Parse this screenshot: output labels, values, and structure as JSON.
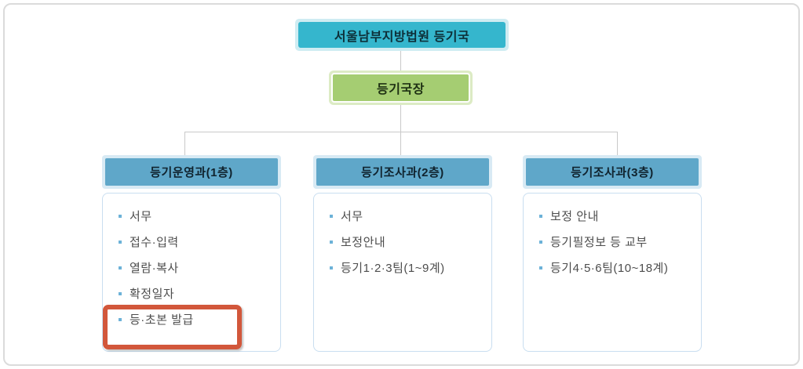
{
  "org_chart": {
    "root": {
      "label": "서울남부지방법원 등기국"
    },
    "director": {
      "label": "등기국장"
    },
    "departments": [
      {
        "title": "등기운영과(1층)",
        "items": [
          "서무",
          "접수·입력",
          "열람·복사",
          "확정일자",
          "등·초본 발급"
        ],
        "highlighted_item": "등·초본 발급"
      },
      {
        "title": "등기조사과(2층)",
        "items": [
          "서무",
          "보정안내",
          "등기1·2·3팀(1~9계)"
        ]
      },
      {
        "title": "등기조사과(3층)",
        "items": [
          "보정 안내",
          "등기필정보 등 교부",
          "등기4·5·6팀(10~18계)"
        ]
      }
    ]
  },
  "colors": {
    "root_box_fill": "#35b6cd",
    "root_box_ring": "#cfecf2",
    "director_box_fill": "#a5cd72",
    "director_box_ring": "#dcebc4",
    "dept_header_fill": "#5fa7c9",
    "dept_header_ring": "#d8eaf4",
    "list_border": "#c9def0",
    "bullet": "#6db2d8",
    "highlight_border": "#d2573b",
    "connector": "#c9c9c9",
    "text_dark": "#10232e",
    "text_list": "#4d4d4d"
  }
}
